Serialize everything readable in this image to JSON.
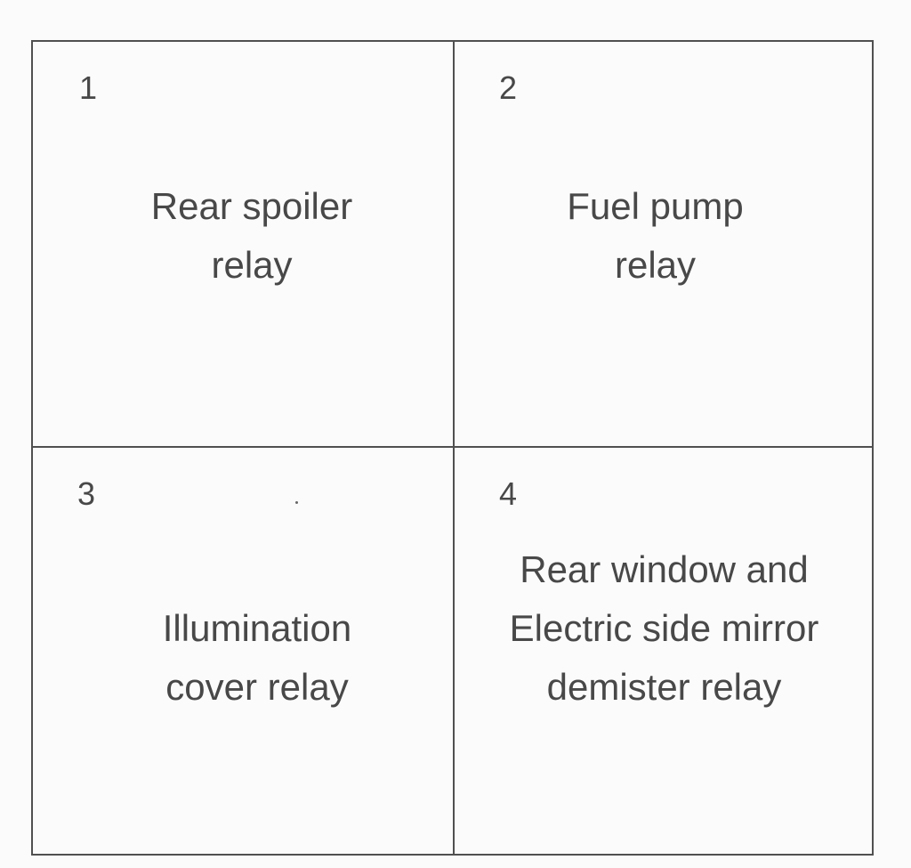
{
  "diagram": {
    "type": "relay-box-layout",
    "rows": 2,
    "columns": 2,
    "line_color": "#505050",
    "text_color": "#484848",
    "cells": [
      {
        "number": "1",
        "label": "Rear spoiler\nrelay"
      },
      {
        "number": "2",
        "label": "Fuel pump\nrelay"
      },
      {
        "number": "3",
        "label": "Illumination\ncover relay"
      },
      {
        "number": "4",
        "label": "Rear window and\nElectric side mirror\ndemister relay"
      }
    ]
  }
}
